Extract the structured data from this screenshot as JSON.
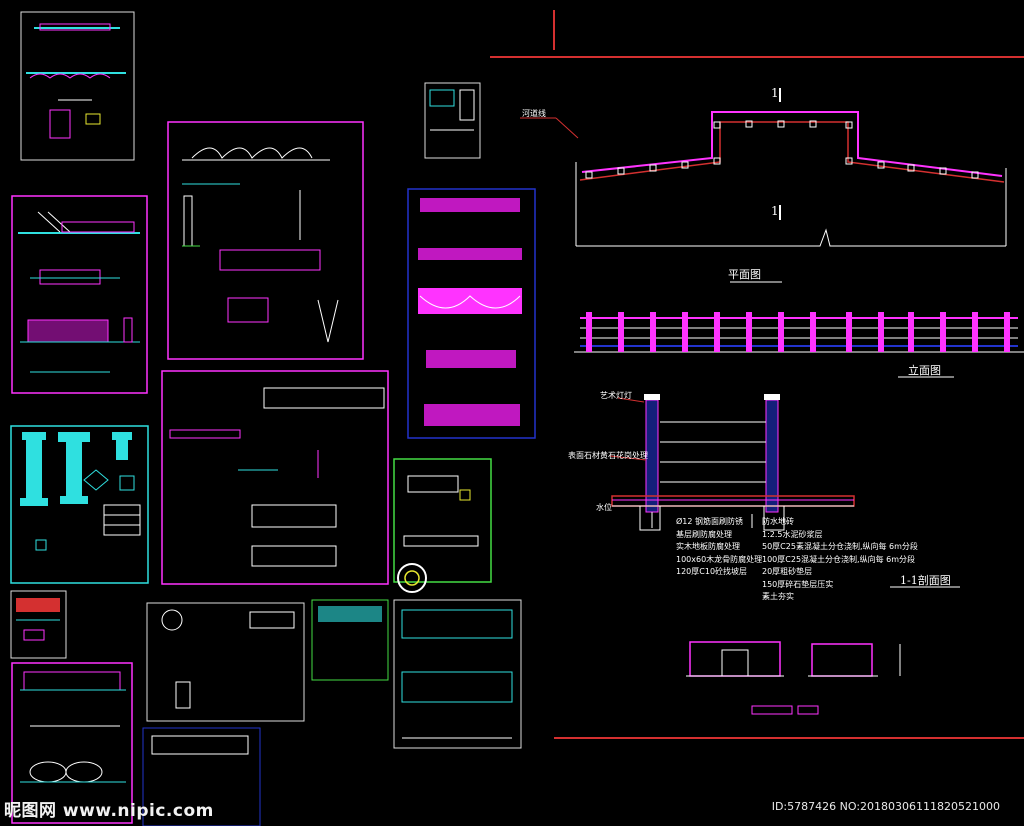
{
  "drawing": {
    "plan_view_title": "平面图",
    "elevation_title": "立面图",
    "section_title": "1-1剖面图",
    "section_mark_top": "1",
    "section_mark_bottom": "1",
    "river_edge_label": "河道线",
    "art_lamp_label": "艺术灯灯",
    "stone_finish_label": "表面石材黄石花岗处理",
    "water_level_label": "水位",
    "notes_left": [
      "Ø12 钢筋面刷防锈",
      "  基层刷防腐处理",
      "实木地板防腐处理",
      "100x60木龙骨防腐处理",
      "120厚C10砼找坡层"
    ],
    "notes_right": [
      "防水地砖",
      "1:2.5水泥砂浆层",
      "50厚C25素混凝土分仓浇制,纵向每 6m分段",
      "100厚C25混凝土分仓浇制,纵向每 6m分段",
      "20厚粗砂垫层",
      "150厚碎石垫层压实",
      "素土夯实"
    ]
  },
  "watermark": {
    "site": "昵图网 www.nipic.com",
    "id": "ID:5787426 NO:20180306111820521000"
  },
  "colors": {
    "background": "#000000",
    "magenta": "#ff33ff",
    "white": "#ffffff",
    "red": "#d43030",
    "cyan": "#2fe0e0",
    "blue": "#2233cc",
    "green": "#44dd44",
    "yellow": "#e8e830"
  }
}
